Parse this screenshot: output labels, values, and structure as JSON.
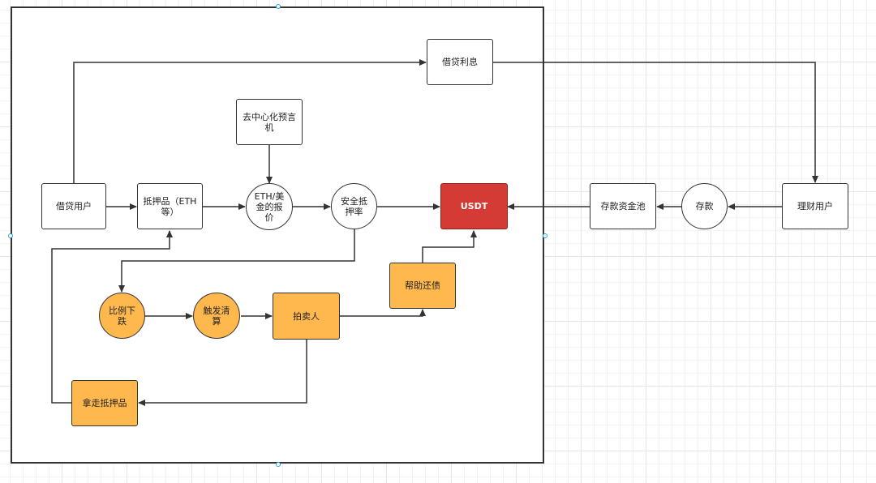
{
  "nodes": {
    "borrower": "借贷用户",
    "collateral": "抵押品（ETH\n等）",
    "oracle": "去中心化预言\n机",
    "price": "ETH/美\n金的报\n价",
    "safe_ratio": "安全抵\n押率",
    "usdt": "USDT",
    "interest": "借贷利息",
    "deposit_pool": "存款资金池",
    "deposit": "存款",
    "wealth_user": "理财用户",
    "ratio_drop": "比例下\n跌",
    "liquidation": "触发清\n算",
    "auctioneer": "拍卖人",
    "repay": "帮助还债",
    "take_collateral": "拿走抵押品"
  },
  "colors": {
    "orange": "#ffb84d",
    "red": "#d33b34",
    "stroke": "#333333"
  }
}
